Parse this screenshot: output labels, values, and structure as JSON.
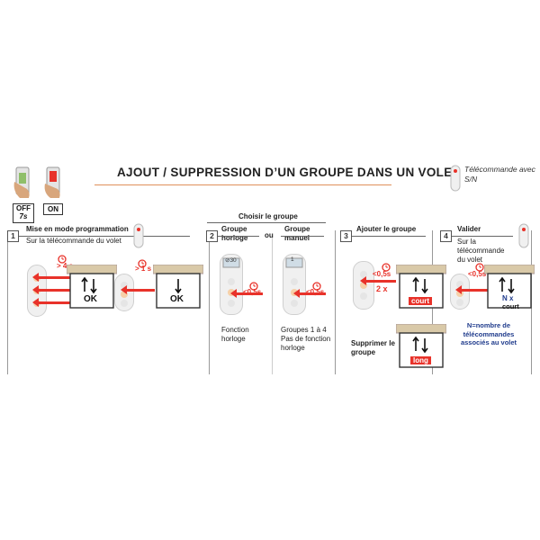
{
  "title": "AJOUT / SUPPRESSION D’UN GROUPE DANS UN VOLET",
  "telecommande_label": "Télécommande avec S/N",
  "switch_off_label": "OFF",
  "switch_off_time": "7s",
  "switch_on_label": "ON",
  "choose_group_header": "Choisir le groupe",
  "ou_label": "ou",
  "steps": [
    {
      "num": "1",
      "title": "Mise en mode programmation",
      "subtitle": "Sur la télécommande du volet"
    },
    {
      "num": "2",
      "title": "Groupe horloge",
      "subtitle": "Fonction horloge"
    },
    {
      "num": "",
      "title": "Groupe manuel",
      "subtitle": "Groupes 1 à 4 Pas de fonction horloge"
    },
    {
      "num": "3",
      "title": "Ajouter le groupe",
      "subtitle": ""
    },
    {
      "num": "4",
      "title": "Valider",
      "subtitle": "Sur la télécommande du volet"
    }
  ],
  "timings": {
    "t1": "> 4 s",
    "t2": "> 1 s",
    "t3": "<0,5s",
    "t4": "<0,5s",
    "t5": "<0,5s",
    "t6": "<0,5s"
  },
  "shutter_labels": {
    "ok1": "OK",
    "ok2": "OK",
    "court1": "court",
    "long": "long",
    "nx": "N x",
    "court2": "court"
  },
  "repeat_label": "2 x",
  "clock_display": "⊘30",
  "manual_display": "1",
  "supprimer_label": "Supprimer le groupe",
  "n_note": "N=nombre de télécommandes associés au volet",
  "colors": {
    "red": "#e8322a",
    "navy": "#1f3b8c",
    "shutter_top": "#d9c9a8",
    "accent_line": "#e0905a"
  }
}
